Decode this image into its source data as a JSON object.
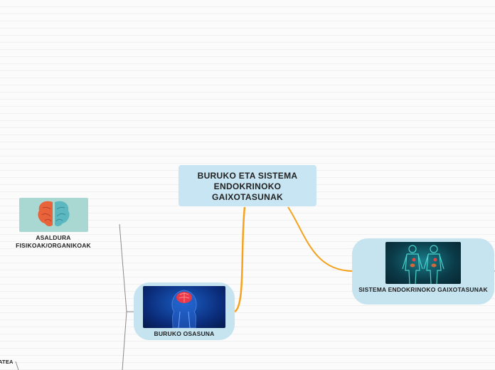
{
  "mindmap": {
    "root": {
      "label": "BURUKO ETA SISTEMA ENDOKRINOKO GAIXOTASUNAK"
    },
    "endocrine": {
      "label": "SISTEMA ENDOKRINOKO GAIXOTASUNAK",
      "image": "human-body-anatomy-image"
    },
    "buruko": {
      "label": "BURUKO OSASUNA",
      "image": "brain-head-xray-image"
    },
    "asaldura": {
      "label": "ASALDURA FISIKOAK/ORGANIKOAK",
      "image": "brain-hemispheres-image"
    },
    "partial_label": "ATEA"
  },
  "colors": {
    "root_fill": "#c7e5f2",
    "topic_fill": "#c6e3f0",
    "connector_orange": "#f5a21f",
    "connector_gray": "#8a8a8a"
  }
}
